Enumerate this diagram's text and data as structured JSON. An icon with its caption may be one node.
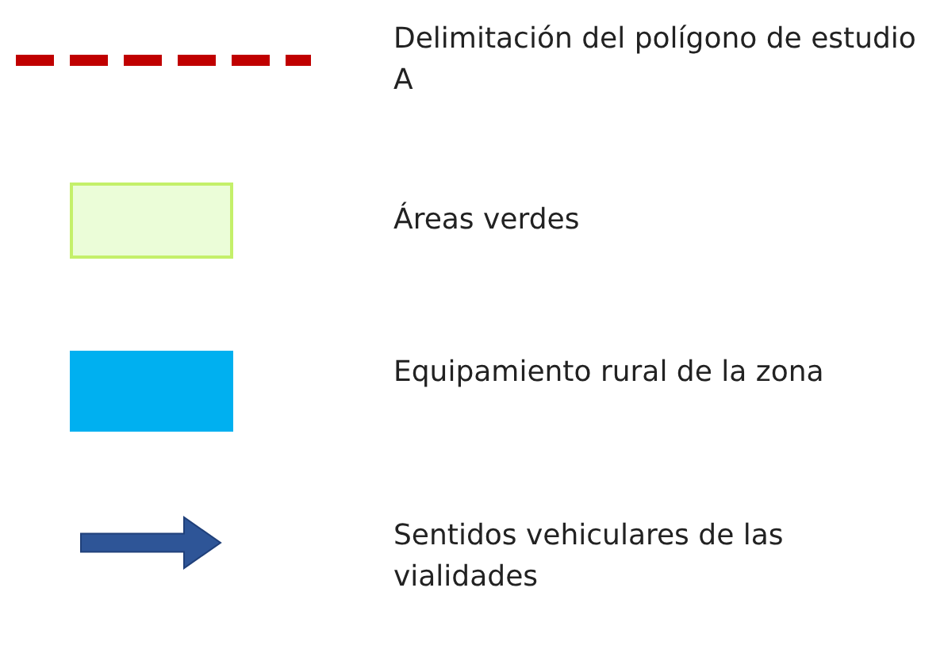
{
  "diagram": {
    "legend": [
      {
        "text": "Delimitación del polígono de estudio A"
      },
      {
        "text": "Áreas verdes",
        "color": "#ebfdd8"
      },
      {
        "text": "Equipamiento rural de la zona",
        "color": "#00b0f0"
      },
      {
        "text": "Sentidos vehiculares de las vialidades"
      }
    ]
  }
}
